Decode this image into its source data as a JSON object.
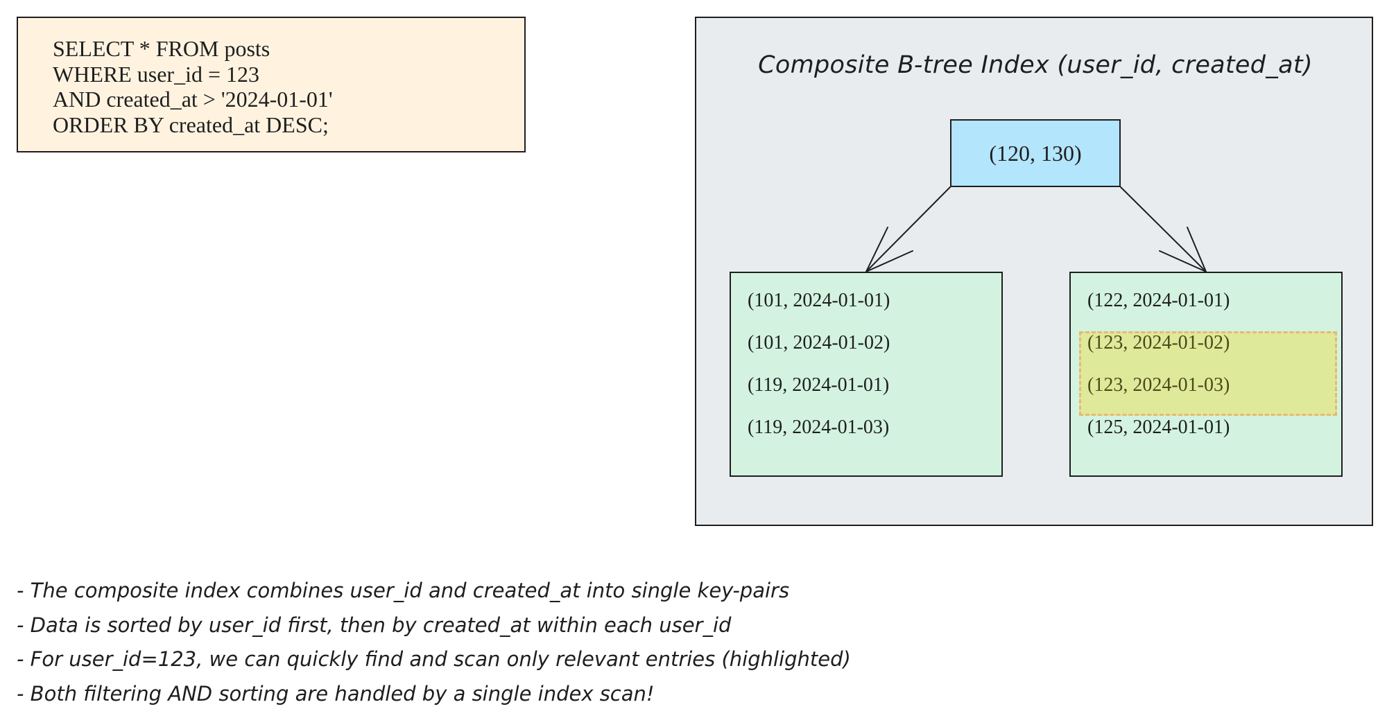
{
  "query": {
    "lines": [
      "SELECT * FROM posts",
      "WHERE user_id = 123",
      "AND created_at > '2024-01-01'",
      "ORDER BY created_at DESC;"
    ]
  },
  "index": {
    "title": "Composite B-tree Index (user_id, created_at)",
    "root": "(120, 130)",
    "leaf_left": [
      "(101, 2024-01-01)",
      "(101, 2024-01-02)",
      "(119, 2024-01-01)",
      "(119, 2024-01-03)"
    ],
    "leaf_right": [
      "(122, 2024-01-01)",
      "(123, 2024-01-02)",
      "(123, 2024-01-03)",
      "(125, 2024-01-01)"
    ],
    "highlighted_entries": [
      "(123, 2024-01-02)",
      "(123, 2024-01-03)"
    ]
  },
  "notes": [
    "- The composite index combines user_id and created_at into single key-pairs",
    "- Data is sorted by user_id first, then by created_at within each user_id",
    "- For user_id=123, we can quickly find and scan only relevant entries (highlighted)",
    "- Both filtering AND sorting are handled by a single index scan!"
  ],
  "colors": {
    "query_bg": "#fff3e0",
    "panel_bg": "#e9ecef",
    "root_bg": "#b3e5fc",
    "leaf_bg": "#d3f3e0",
    "highlight_bg": "#dfe99a",
    "highlight_border": "#e6b87a"
  }
}
